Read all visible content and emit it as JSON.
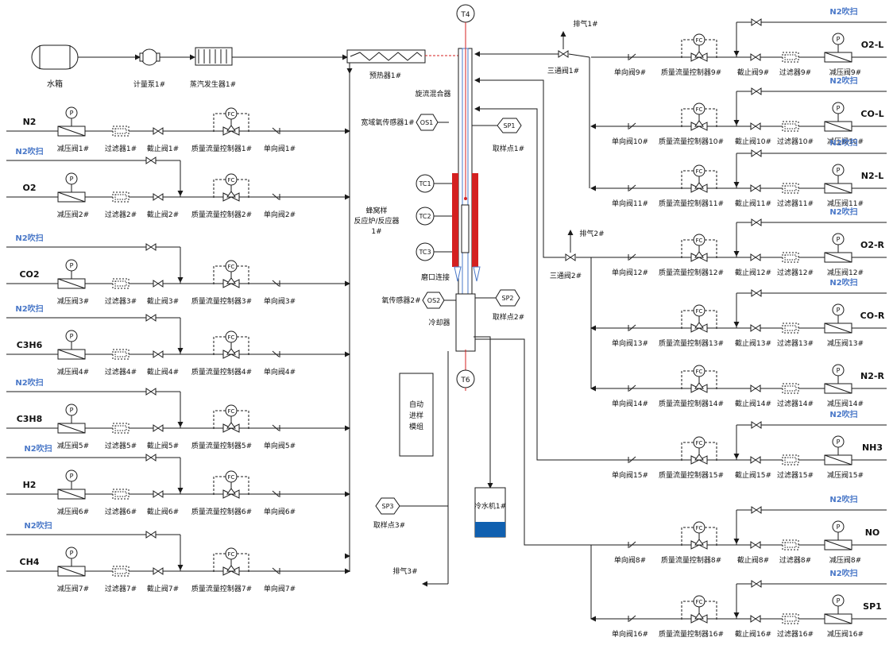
{
  "colors": {
    "line": "#1a1a1a",
    "blue": "#4a78c8",
    "red": "#d42020",
    "cooler": "#1060b0"
  },
  "top": {
    "tank": "水箱",
    "pump": "计量泵1#",
    "steam": "蒸汽发生器1#",
    "preheater": "预热器1#",
    "mixer": "旋流混合器",
    "t4": "T4",
    "t6": "T6",
    "os1": "OS1",
    "os1_label": "宽域氧传感器1#",
    "sp1": "SP1",
    "sp1_label": "取样点1#",
    "tc1": "TC1",
    "tc2": "TC2",
    "tc3": "TC3",
    "reactor_l1": "蜂窝样",
    "reactor_l2": "反应炉/反应器",
    "reactor_l3": "1#",
    "joint": "磨口连接",
    "os2": "OS2",
    "os2_label": "氧传感器2#",
    "sp2": "SP2",
    "sp2_label": "取样点2#",
    "cooler": "冷却器",
    "sp3": "SP3",
    "sp3_label": "取样点3#",
    "exhaust3": "排气3#",
    "auto_l1": "自动",
    "auto_l2": "进样",
    "auto_l3": "模组",
    "chiller": "冷水机1#"
  },
  "symbols": {
    "p": "P",
    "fc": "FC"
  },
  "left_rows": [
    {
      "gas": "N2",
      "purge": "",
      "pr": "减压阀1#",
      "f": "过滤器1#",
      "sv": "截止阀1#",
      "mfc": "质量流量控制器1#",
      "cv": "单向阀1#"
    },
    {
      "gas": "O2",
      "purge": "N2吹扫",
      "pr": "减压阀2#",
      "f": "过滤器2#",
      "sv": "截止阀2#",
      "mfc": "质量流量控制器2#",
      "cv": "单向阀2#"
    },
    {
      "gas": "CO2",
      "purge": "N2吹扫",
      "pr": "减压阀3#",
      "f": "过滤器3#",
      "sv": "截止阀3#",
      "mfc": "质量流量控制器3#",
      "cv": "单向阀3#"
    },
    {
      "gas": "C3H6",
      "purge": "N2吹扫",
      "pr": "减压阀4#",
      "f": "过滤器4#",
      "sv": "截止阀4#",
      "mfc": "质量流量控制器4#",
      "cv": "单向阀4#"
    },
    {
      "gas": "C3H8",
      "purge": "N2吹扫",
      "pr": "减压阀5#",
      "f": "过滤器5#",
      "sv": "截止阀5#",
      "mfc": "质量流量控制器5#",
      "cv": "单向阀5#"
    },
    {
      "gas": "H2",
      "purge": "N2吹扫",
      "pr": "减压阀6#",
      "f": "过滤器6#",
      "sv": "截止阀6#",
      "mfc": "质量流量控制器6#",
      "cv": "单向阀6#"
    },
    {
      "gas": "CH4",
      "purge": "N2吹扫",
      "pr": "减压阀7#",
      "f": "过滤器7#",
      "sv": "截止阀7#",
      "mfc": "质量流量控制器7#",
      "cv": "单向阀7#"
    }
  ],
  "right_rows": [
    {
      "gas": "O2-L",
      "purge": "N2吹扫",
      "pr": "减压阀9#",
      "f": "过滤器9#",
      "sv": "截止阀9#",
      "mfc": "质量流量控制器9#",
      "cv": "单向阀9#"
    },
    {
      "gas": "CO-L",
      "purge": "N2吹扫",
      "pr": "减压阀10#",
      "f": "过滤器10#",
      "sv": "截止阀10#",
      "mfc": "质量流量控制器10#",
      "cv": "单向阀10#"
    },
    {
      "gas": "N2-L",
      "purge": "N2吹扫",
      "pr": "减压阀11#",
      "f": "过滤器11#",
      "sv": "截止阀11#",
      "mfc": "质量流量控制器11#",
      "cv": "单向阀11#"
    },
    {
      "gas": "O2-R",
      "purge": "N2吹扫",
      "pr": "减压阀12#",
      "f": "过滤器12#",
      "sv": "截止阀12#",
      "mfc": "质量流量控制器12#",
      "cv": "单向阀12#"
    },
    {
      "gas": "CO-R",
      "purge": "N2吹扫",
      "pr": "减压阀13#",
      "f": "过滤器13#",
      "sv": "截止阀13#",
      "mfc": "质量流量控制器13#",
      "cv": "单向阀13#"
    },
    {
      "gas": "N2-R",
      "purge": "",
      "pr": "减压阀14#",
      "f": "过滤器14#",
      "sv": "截止阀14#",
      "mfc": "质量流量控制器14#",
      "cv": "单向阀14#"
    },
    {
      "gas": "NH3",
      "purge": "N2吹扫",
      "pr": "减压阀15#",
      "f": "过滤器15#",
      "sv": "截止阀15#",
      "mfc": "质量流量控制器15#",
      "cv": "单向阀15#"
    },
    {
      "gas": "NO",
      "purge": "N2吹扫",
      "pr": "减压阀8#",
      "f": "过滤器8#",
      "sv": "截止阀8#",
      "mfc": "质量流量控制器8#",
      "cv": "单向阀8#"
    },
    {
      "gas": "SP1",
      "purge": "N2吹扫",
      "pr": "减压阀16#",
      "f": "过滤器16#",
      "sv": "截止阀16#",
      "mfc": "质量流量控制器16#",
      "cv": "单向阀16#"
    }
  ],
  "right_misc": {
    "exhaust1": "排气1#",
    "three_way1": "三通阀1#",
    "exhaust2": "排气2#",
    "three_way2": "三通阀2#"
  }
}
